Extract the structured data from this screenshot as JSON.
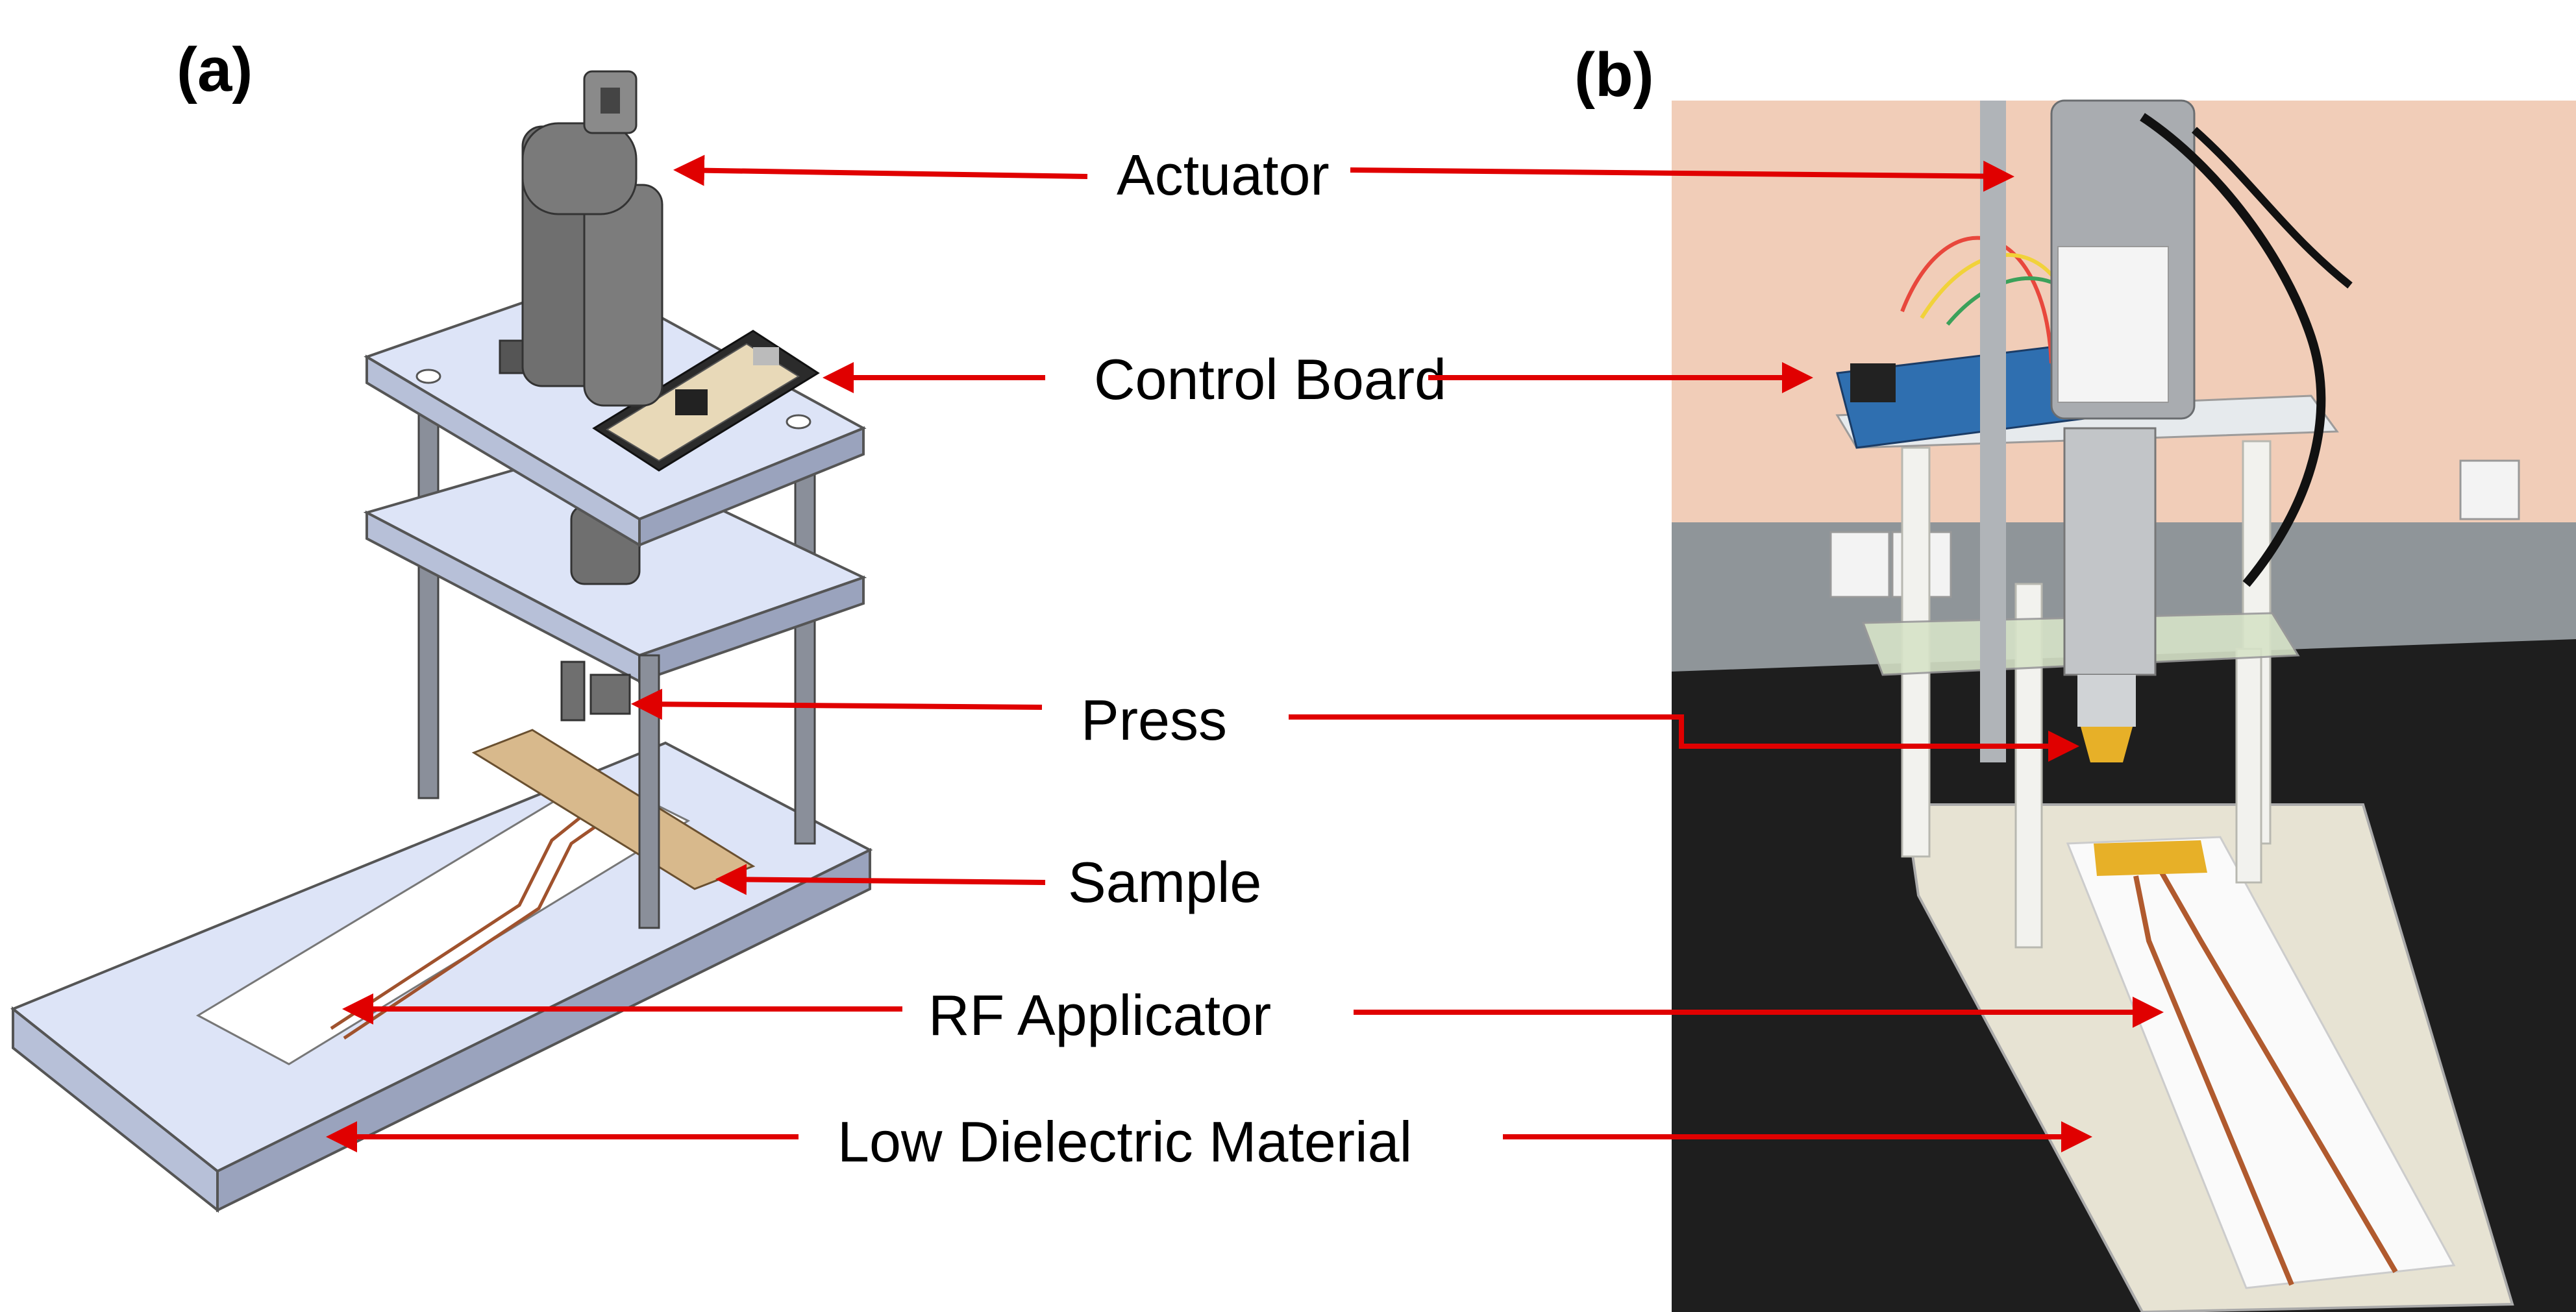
{
  "panels": {
    "a": "(a)",
    "b": "(b)"
  },
  "labels": {
    "actuator": "Actuator",
    "control_board": "Control Board",
    "press": "Press",
    "sample": "Sample",
    "rf_applicator": "RF Applicator",
    "low_dielectric": "Low Dielectric Material"
  },
  "colors": {
    "arrow": "#e00000",
    "plate": "#dde4f7",
    "rod": "#8a8f9a",
    "actuator": "#6f6f6f",
    "wall": "#f1cdb8",
    "bench": "#1e1e1e"
  }
}
